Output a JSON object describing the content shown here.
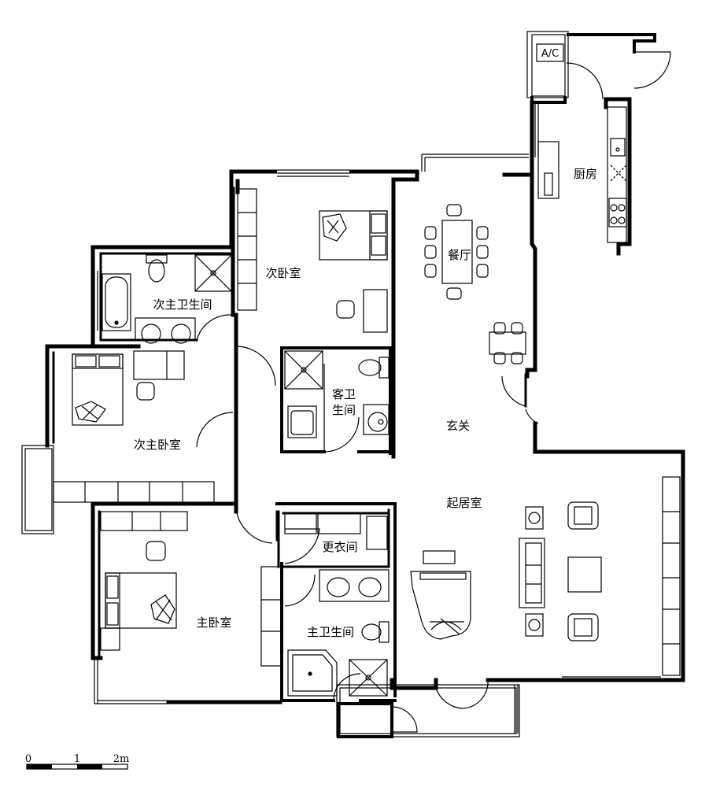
{
  "rooms": {
    "kitchen": "厨房",
    "dining": "餐厅",
    "second_bedroom": "次卧室",
    "second_master_bath": "次主卫生间",
    "guest_bath_line1": "客卫",
    "guest_bath_line2": "生间",
    "entrance": "玄关",
    "second_master_bedroom": "次主卧室",
    "living_room": "起居室",
    "dressing_room": "更衣间",
    "master_bedroom": "主卧室",
    "master_bath": "主卫生间"
  },
  "fixtures": {
    "ac_unit": "A/C"
  },
  "scale_bar": {
    "tick_0": "0",
    "tick_1": "1",
    "tick_2": "2m"
  }
}
